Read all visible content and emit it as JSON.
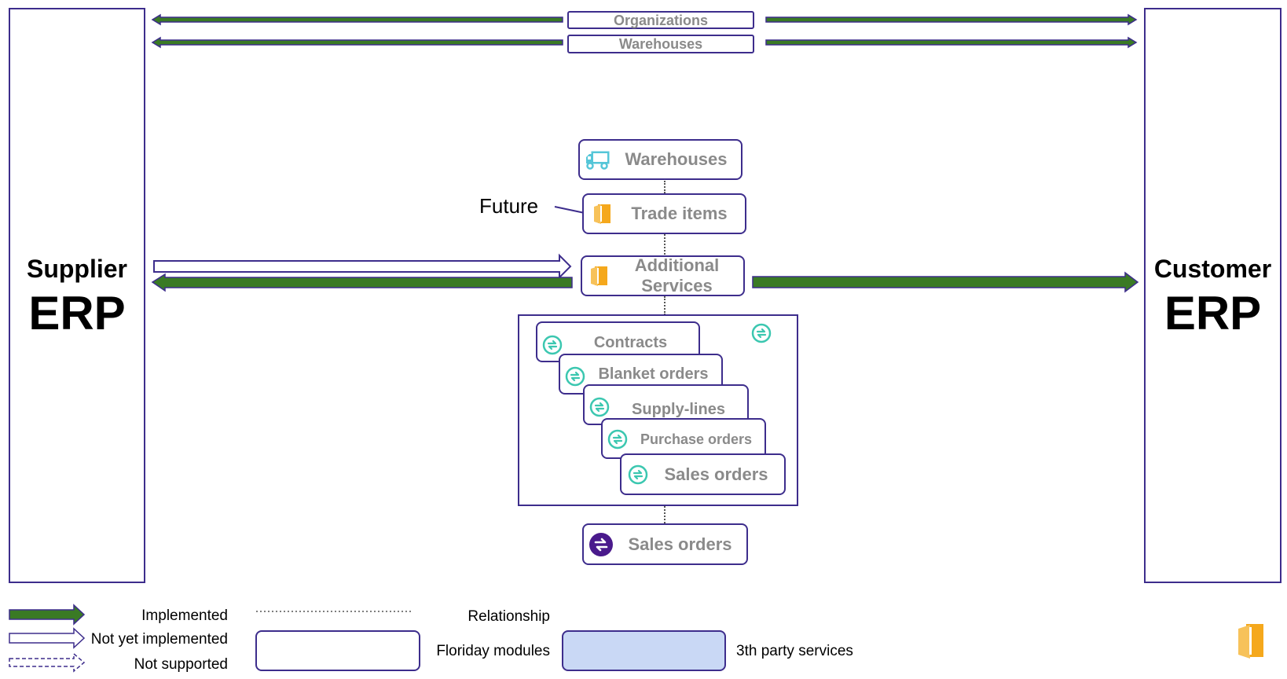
{
  "left_erp": {
    "line1": "Supplier",
    "line2": "ERP"
  },
  "right_erp": {
    "line1": "Customer",
    "line2": "ERP"
  },
  "top_boxes": [
    "Organizations",
    "Warehouses"
  ],
  "modules": {
    "warehouses": "Warehouses",
    "trade_items": "Trade items",
    "additional_services_line1": "Additional",
    "additional_services_line2": "Services",
    "contracts": "Contracts",
    "blanket_orders": "Blanket orders",
    "supply_lines": "Supply-lines",
    "purchase_orders": "Purchase orders",
    "sales_orders_stack": "Sales orders",
    "sales_orders_bottom": "Sales orders"
  },
  "future_label": "Future",
  "legend": {
    "implemented": "Implemented",
    "not_yet_implemented": "Not yet implemented",
    "not_supported": "Not supported",
    "relationship": "Relationship",
    "floriday_modules": "Floriday modules",
    "third_party": "3th party services"
  },
  "colors": {
    "implemented_arrow": "#3a7a24",
    "outline": "#3d2d8c",
    "third_party_fill": "#c9d8f5",
    "icon_teal": "#3bc7b0",
    "icon_orange": "#f5a81c",
    "icon_purple": "#4a1a8c",
    "icon_truck": "#55c6d8"
  }
}
